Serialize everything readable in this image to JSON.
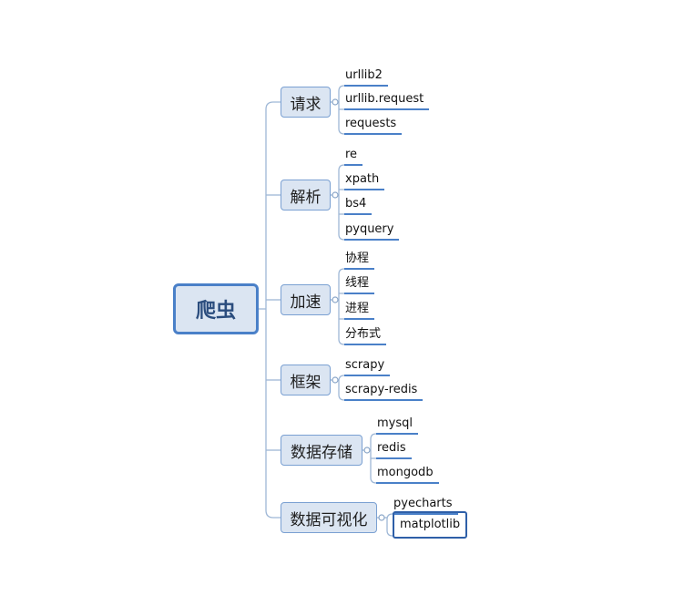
{
  "root": {
    "label": "爬虫"
  },
  "categories": [
    {
      "label": "请求",
      "items": [
        "urllib2",
        "urllib.request",
        "requests"
      ]
    },
    {
      "label": "解析",
      "items": [
        "re",
        "xpath",
        "bs4",
        "pyquery"
      ]
    },
    {
      "label": "加速",
      "items": [
        "协程",
        "线程",
        "进程",
        "分布式"
      ]
    },
    {
      "label": "框架",
      "items": [
        "scrapy",
        "scrapy-redis"
      ]
    },
    {
      "label": "数据存储",
      "items": [
        "mysql",
        "redis",
        "mongodb"
      ]
    },
    {
      "label": "数据可视化",
      "items": [
        "pyecharts",
        "matplotlib"
      ]
    }
  ],
  "selected_item": "matplotlib",
  "colors": {
    "line": "#9eb7d6",
    "node_fill": "#dbe5f2",
    "node_border": "#7aa0d2",
    "accent": "#4a80c8"
  }
}
